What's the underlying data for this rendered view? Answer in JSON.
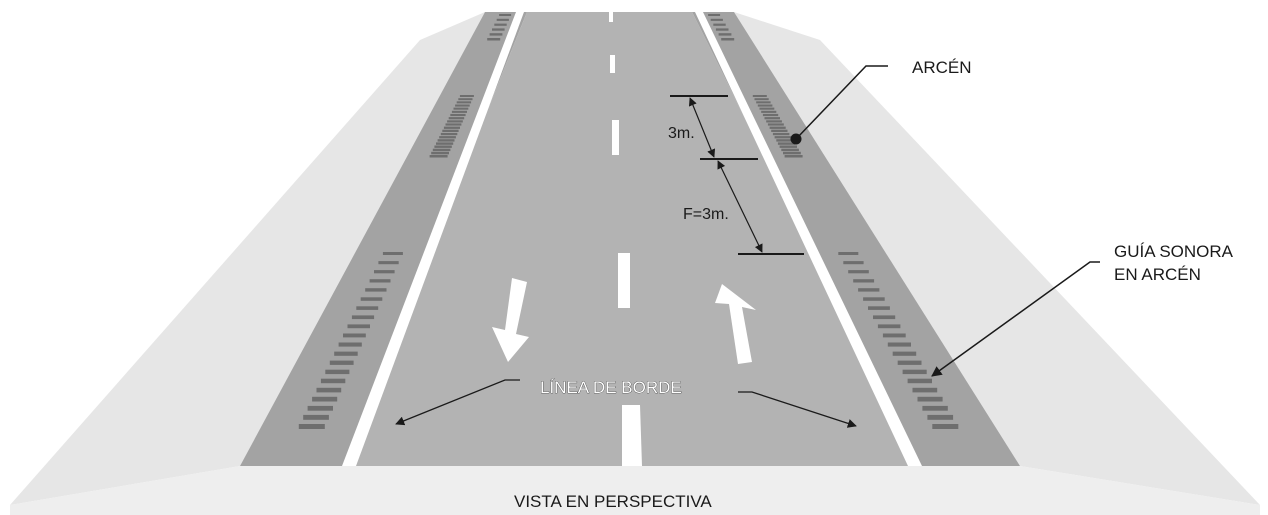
{
  "labels": {
    "arcen": "ARCÉN",
    "guia_line1": "GUÍA SONORA",
    "guia_line2": "EN ARCÉN",
    "linea_borde": "LÍNEA DE BORDE",
    "dim_dash": "3m.",
    "dim_gap": "F=3m.",
    "caption": "VISTA EN PERSPECTIVA"
  },
  "colors": {
    "slope": "#e6e6e6",
    "shoulder": "#a3a3a3",
    "pavement": "#b3b3b3",
    "marking": "#ffffff",
    "rumble": "#6e6e6e",
    "ink": "#1a1a1a"
  }
}
